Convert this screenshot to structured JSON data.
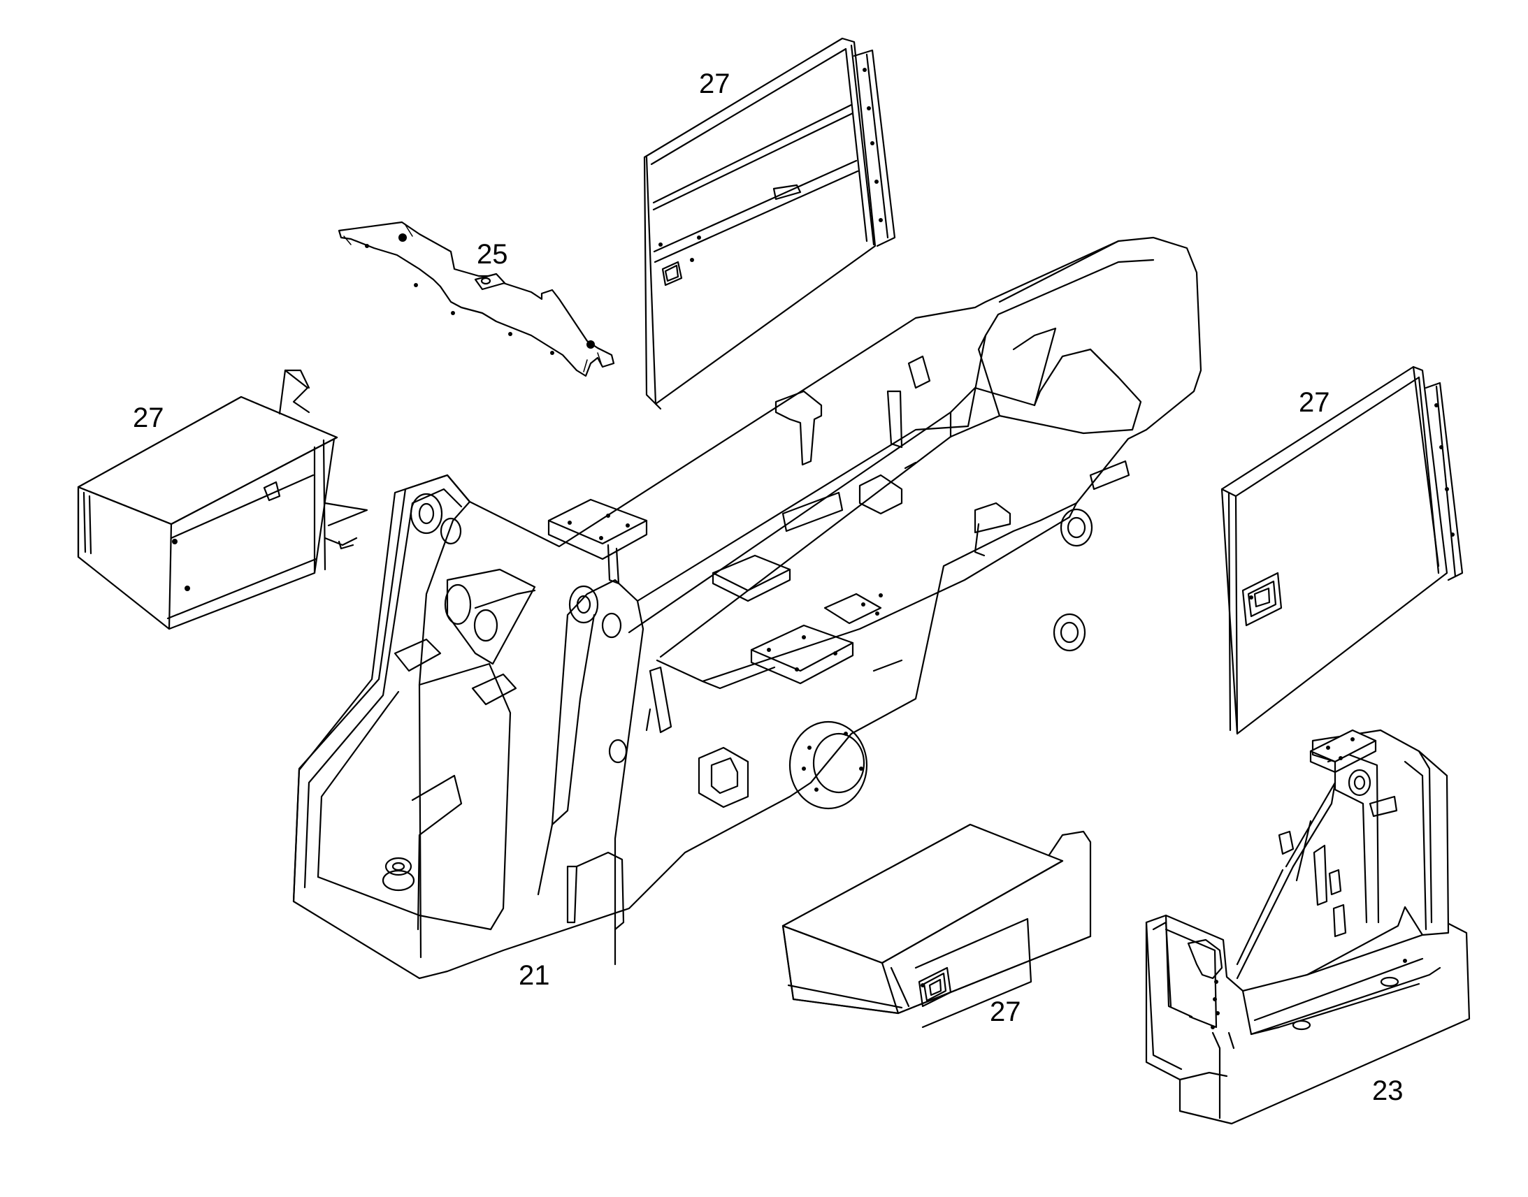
{
  "diagram": {
    "callouts": {
      "door_top": "27",
      "bracket": "25",
      "toolbox_left": "27",
      "side_door": "27",
      "main_frame": "21",
      "toolbox_bottom": "27",
      "rear_section": "23"
    }
  },
  "colors": {
    "line": "#000000",
    "background": "#ffffff"
  }
}
